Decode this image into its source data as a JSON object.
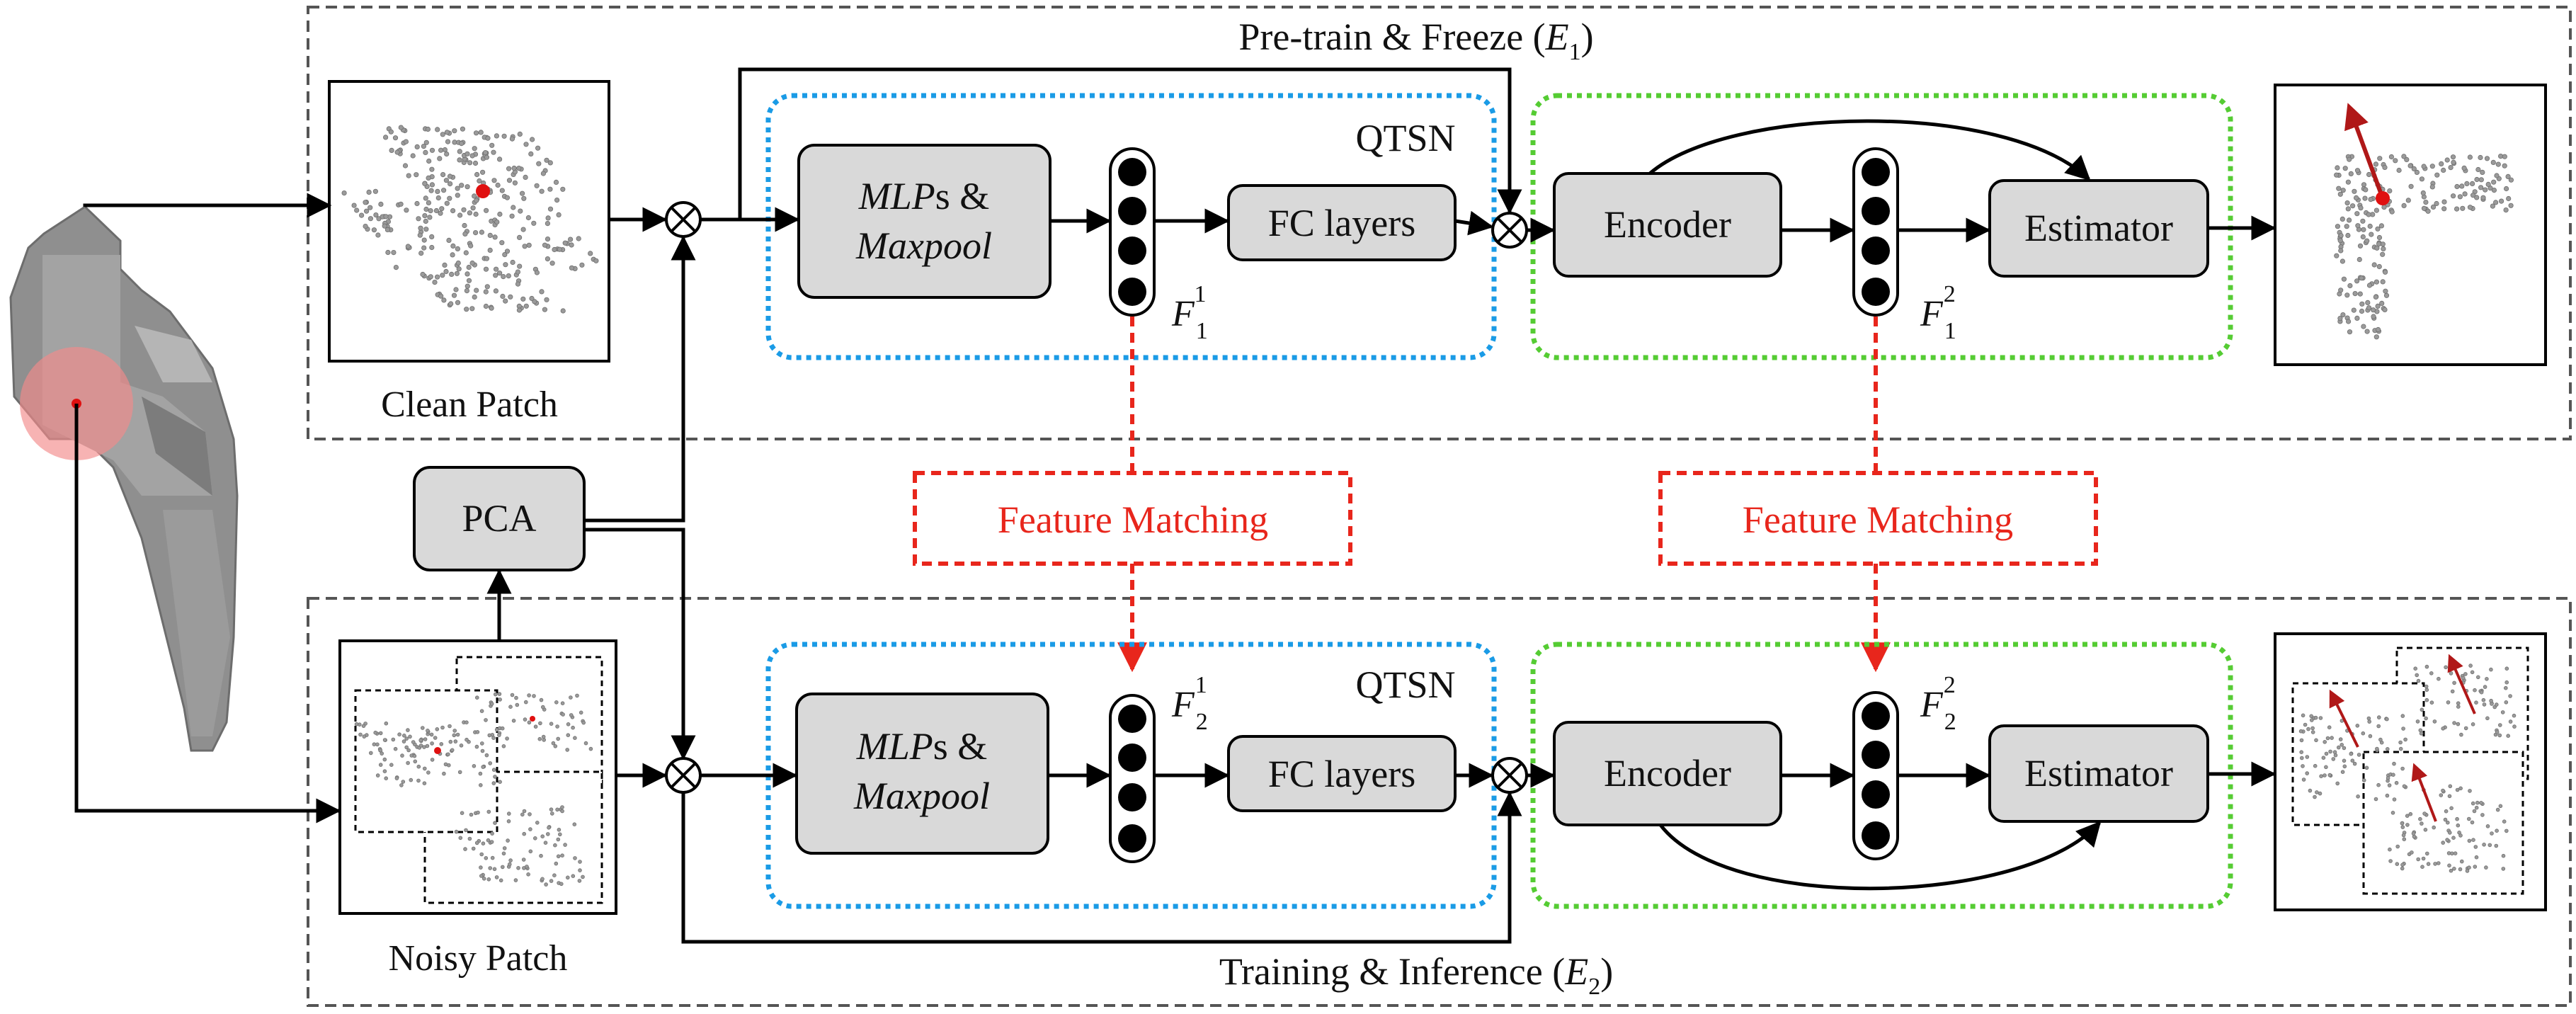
{
  "stage1": {
    "title": "Pre-train & Freeze (",
    "title_sym": "E",
    "title_sub": "1",
    "title_end": ")",
    "input_caption": "Clean Patch",
    "qtsn_label": "QTSN",
    "mlp_line1_a": "MLP",
    "mlp_line1_b": "s &",
    "mlp_line2": "Maxpool",
    "fc_label": "FC layers",
    "encoder_label": "Encoder",
    "estimator_label": "Estimator",
    "feat1_sym": "F",
    "feat1_sub": "1",
    "feat1_sup": "1",
    "feat2_sym": "F",
    "feat2_sub": "1",
    "feat2_sup": "2"
  },
  "stage2": {
    "title": "Training & Inference (",
    "title_sym": "E",
    "title_sub": "2",
    "title_end": ")",
    "input_caption": "Noisy Patch",
    "qtsn_label": "QTSN",
    "mlp_line1_a": "MLP",
    "mlp_line1_b": "s &",
    "mlp_line2": "Maxpool",
    "fc_label": "FC layers",
    "encoder_label": "Encoder",
    "estimator_label": "Estimator",
    "feat1_sym": "F",
    "feat1_sub": "2",
    "feat1_sup": "1",
    "feat2_sym": "F",
    "feat2_sub": "2",
    "feat2_sup": "2"
  },
  "pca_label": "PCA",
  "matching": {
    "left": "Feature Matching",
    "right": "Feature Matching"
  },
  "colors": {
    "qtsn_border": "#1a9be6",
    "encoder_border": "#55cc33",
    "matching": "#e8261c",
    "box_fill": "#d9d9d9",
    "normal_arrow": "#b01818",
    "center_point": "#e01010"
  }
}
